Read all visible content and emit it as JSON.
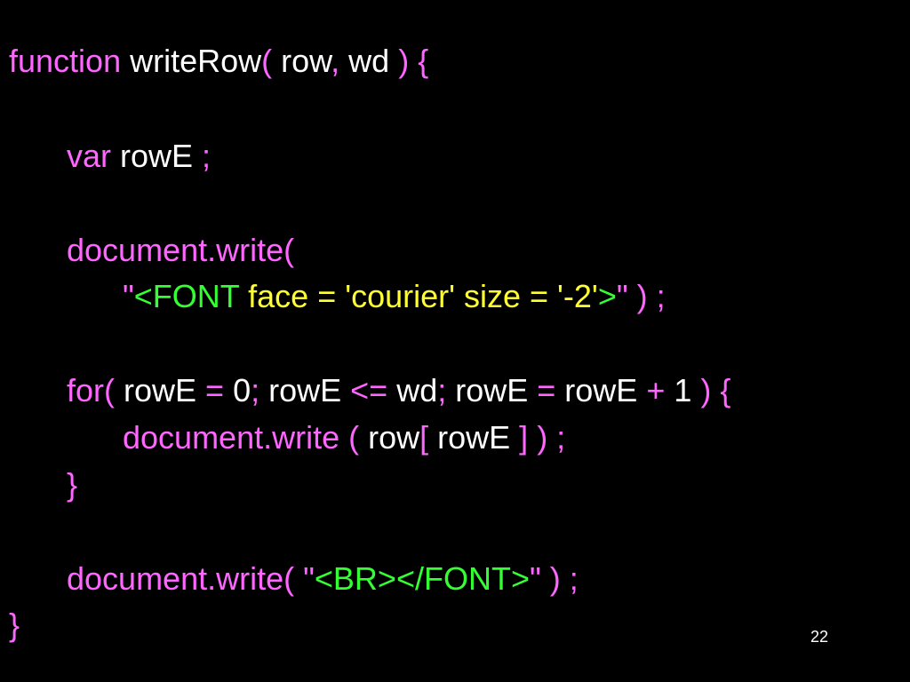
{
  "colors": {
    "background": "#000000",
    "keyword": "#ff66ff",
    "identifier": "#ffffff",
    "string_tag": "#33ff33",
    "string_attr": "#ffff33"
  },
  "code": {
    "line1": {
      "t1": "function",
      "t2": " writeRow",
      "t3": "(",
      "t4": " row",
      "t5": ",",
      "t6": " wd ",
      "t7": ")",
      "t8": " {"
    },
    "line2": {
      "t1": "var",
      "t2": " rowE ",
      "t3": ";"
    },
    "line3": {
      "t1": "document.write("
    },
    "line4": {
      "t1": "\"",
      "t2": "<FONT",
      "t3": " face = 'courier' size = '-2'",
      "t4": ">",
      "t5": "\" ) ;"
    },
    "line5": {
      "t1": "for(",
      "t2": " rowE ",
      "t3": "=",
      "t4": " 0",
      "t5": ";",
      "t6": " rowE ",
      "t7": "<=",
      "t8": " wd",
      "t9": ";",
      "t10": " rowE ",
      "t11": "=",
      "t12": " rowE ",
      "t13": "+",
      "t14": " 1 ",
      "t15": ")",
      "t16": " {"
    },
    "line6": {
      "t1": "document.write ( ",
      "t2": "row",
      "t3": "[",
      "t4": " rowE ",
      "t5": "]",
      "t6": " ) ;"
    },
    "line7": {
      "t1": "}"
    },
    "line8": {
      "t1": "document.write( \"",
      "t2": "<BR></FONT>",
      "t3": "\" ) ;"
    },
    "line9": {
      "t1": "}"
    }
  },
  "page_number": "22"
}
